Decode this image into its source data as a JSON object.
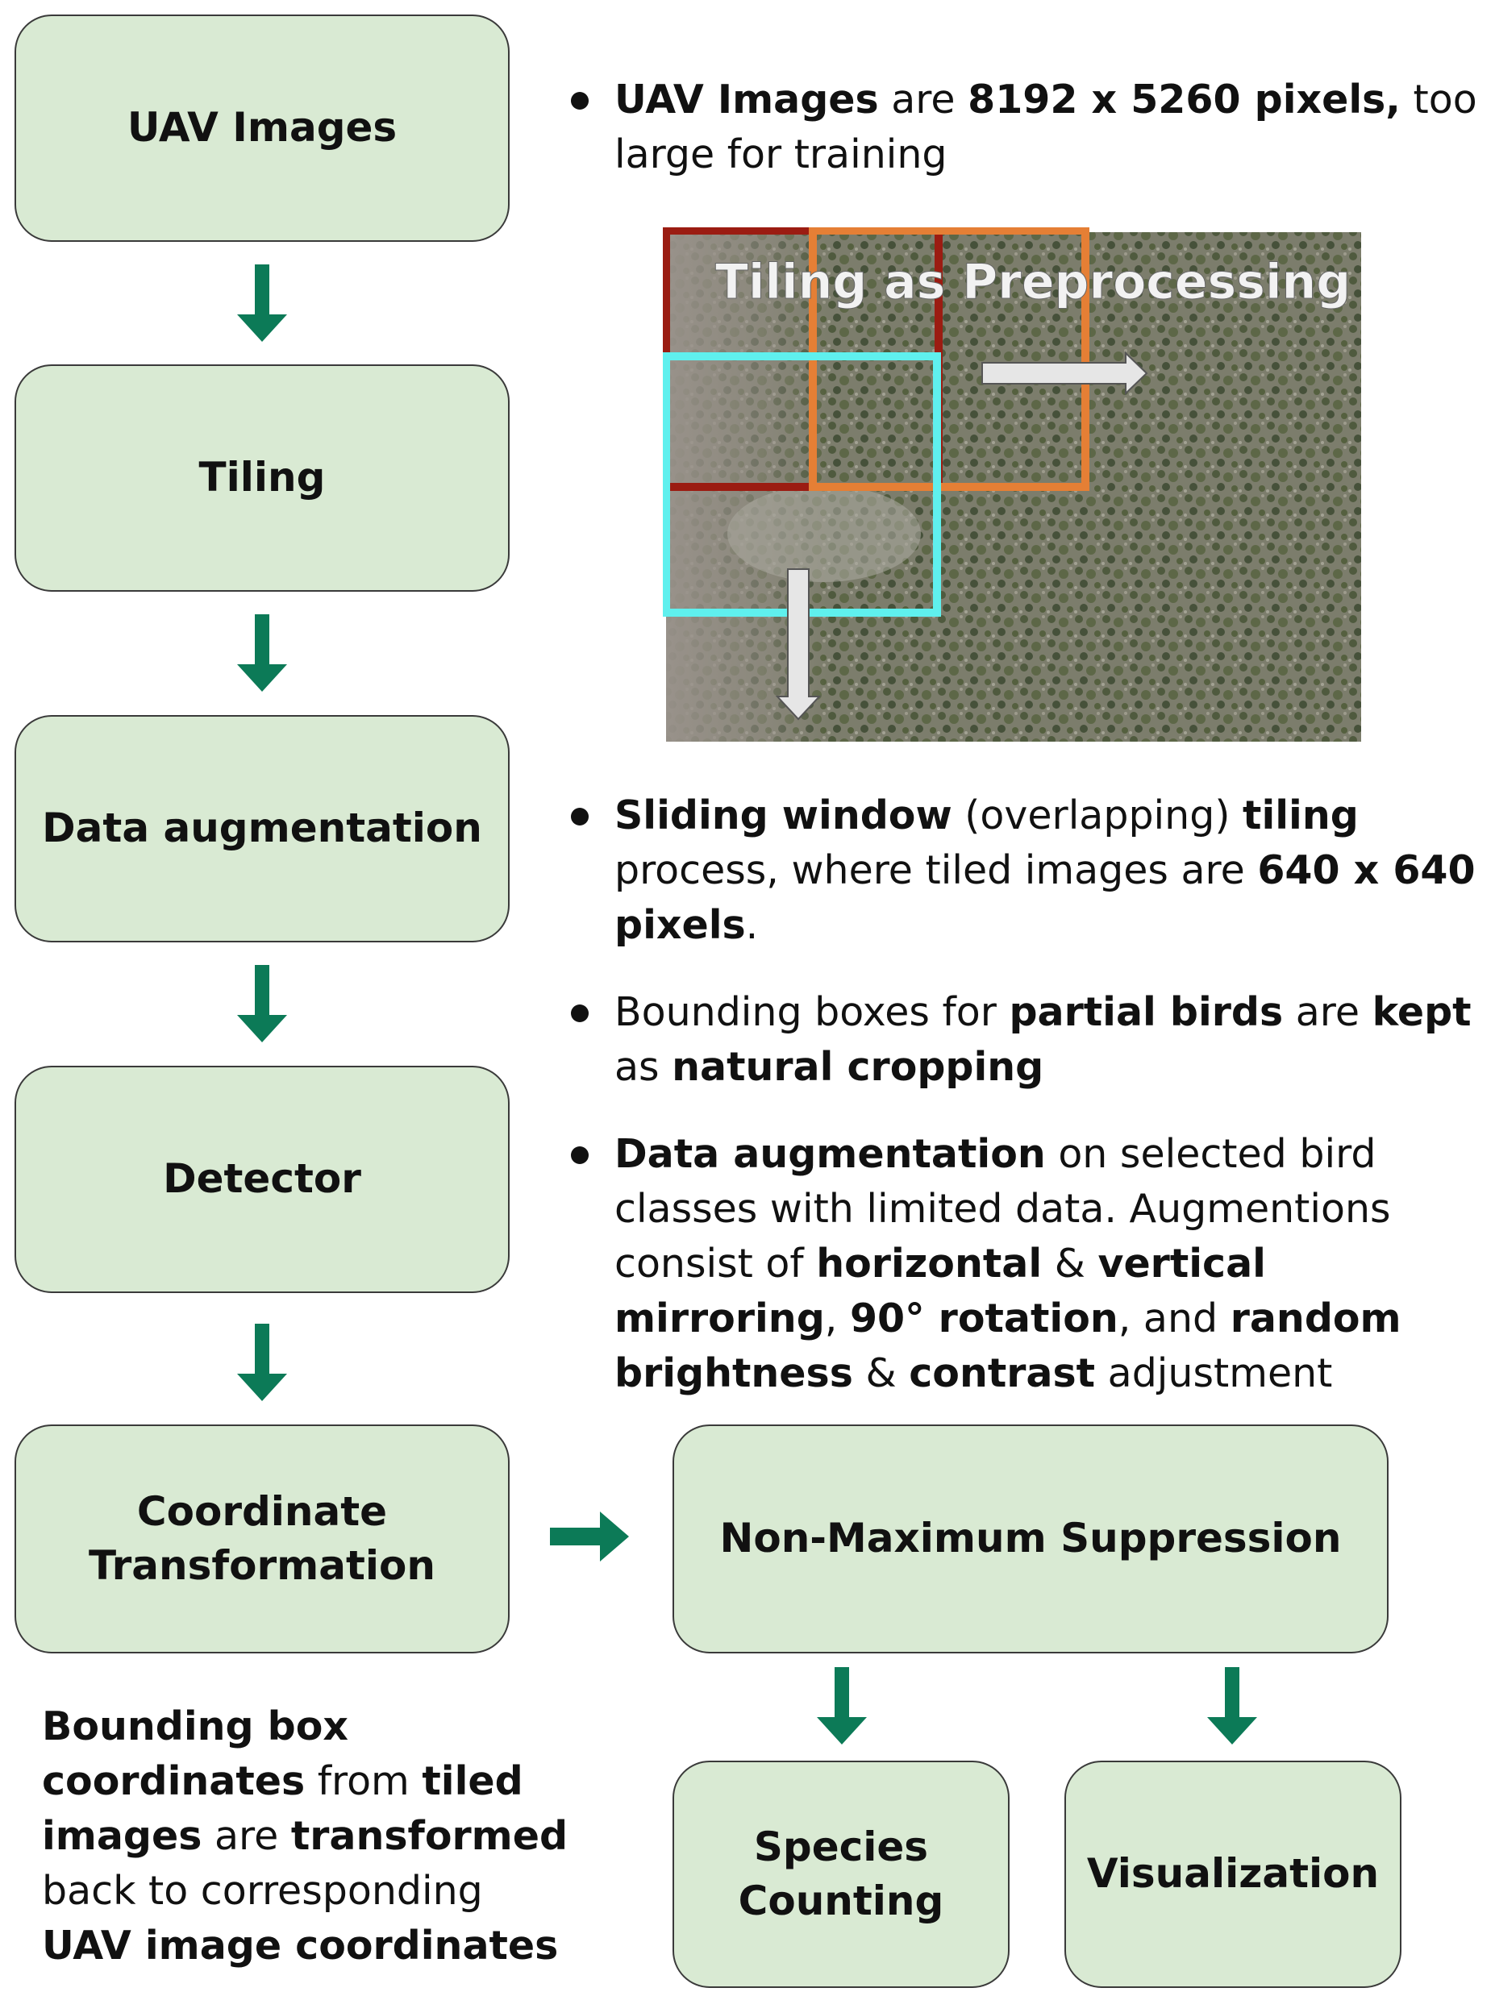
{
  "flow": {
    "uav_images": "UAV Images",
    "tiling": "Tiling",
    "data_augmentation": "Data augmentation",
    "detector": "Detector",
    "coordinate_transformation": "Coordinate\nTransformation",
    "nms": "Non-Maximum Suppression",
    "species_counting": "Species\nCounting",
    "visualization": "Visualization"
  },
  "figure": {
    "caption": "Tiling as Preprocessing"
  },
  "bullets": {
    "b1": [
      {
        "t": "UAV Images",
        "b": true
      },
      {
        "t": " are "
      },
      {
        "t": "8192 x 5260 pixels,",
        "b": true
      },
      {
        "t": " too large for training"
      }
    ],
    "b2": [
      {
        "t": "Sliding window",
        "b": true
      },
      {
        "t": " (overlapping) "
      },
      {
        "t": "tiling",
        "b": true
      },
      {
        "t": " process, where tiled images are "
      },
      {
        "t": "640 x 640 pixels",
        "b": true
      },
      {
        "t": "."
      }
    ],
    "b3": [
      {
        "t": "Bounding boxes for "
      },
      {
        "t": "partial birds",
        "b": true
      },
      {
        "t": " are "
      },
      {
        "t": "kept",
        "b": true
      },
      {
        "t": " as "
      },
      {
        "t": "natural cropping",
        "b": true
      }
    ],
    "b4": [
      {
        "t": "Data augmentation",
        "b": true
      },
      {
        "t": " on selected bird classes with limited data. Augmentions consist of "
      },
      {
        "t": "horizontal",
        "b": true
      },
      {
        "t": " & "
      },
      {
        "t": "vertical mirroring",
        "b": true
      },
      {
        "t": ",  "
      },
      {
        "t": "90° rotation",
        "b": true
      },
      {
        "t": ", and "
      },
      {
        "t": "random brightness",
        "b": true
      },
      {
        "t": " & "
      },
      {
        "t": "contrast",
        "b": true
      },
      {
        "t": " adjustment"
      }
    ]
  },
  "note": [
    {
      "t": "Bounding box coordinates",
      "b": true
    },
    {
      "t": " from "
    },
    {
      "t": "tiled images",
      "b": true
    },
    {
      "t": " are "
    },
    {
      "t": "transformed",
      "b": true
    },
    {
      "t": " back to corresponding "
    },
    {
      "t": "UAV image coordinates",
      "b": true
    }
  ],
  "colors": {
    "box_fill": "#d9ead3",
    "arrow": "#0c7a57",
    "tile_red": "#9b1c12",
    "tile_orange": "#e57f35",
    "tile_cyan": "#5ff0ee"
  }
}
